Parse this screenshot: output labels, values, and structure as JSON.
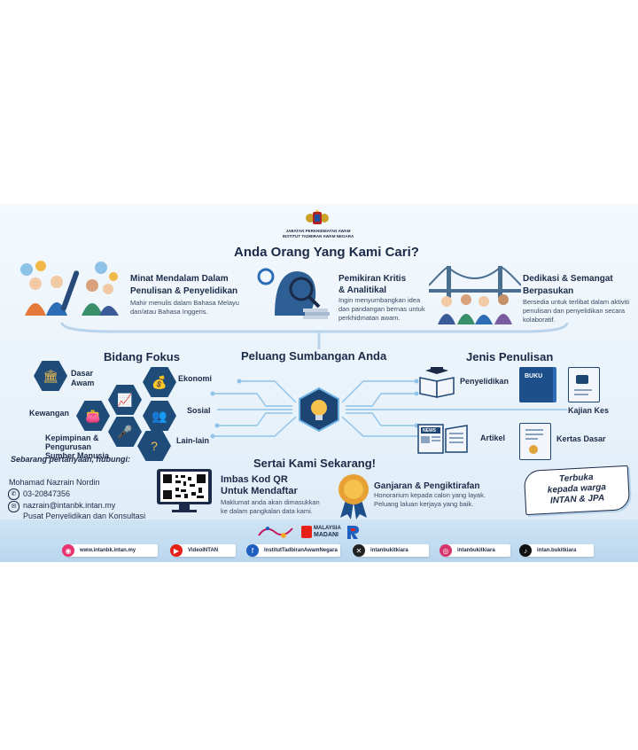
{
  "header": {
    "org_line1": "JABATAN PERKHIDMATAN AWAM",
    "org_line2": "INSTITUT TADBIRAN AWAM NEGARA"
  },
  "main_title": "Anda Orang Yang Kami Cari?",
  "qualities": [
    {
      "title_1": "Minat Mendalam Dalam",
      "title_2": "Penulisan & Penyelidikan",
      "desc": "Mahir menulis dalam Bahasa Melayu dan/atau Bahasa Inggeris."
    },
    {
      "title_1": "Pemikiran Kritis",
      "title_2": "& Analitikal",
      "desc": "Ingin menyumbangkan idea dan pandangan bernas untuk perkhidmatan awam."
    },
    {
      "title_1": "Dedikasi & Semangat",
      "title_2": "Berpasukan",
      "desc": "Bersedia untuk terlibat dalam aktiviti penulisan dan penyelidikan secara kolaboratif."
    }
  ],
  "center_title": "Peluang Sumbangan Anda",
  "bidang": {
    "title": "Bidang Fokus",
    "items": [
      "Dasar Awam",
      "Ekonomi",
      "Kewangan",
      "Sosial",
      "Kepimpinan & Pengurusan Sumber Manusia",
      "Lain-lain"
    ]
  },
  "jenis": {
    "title": "Jenis Penulisan",
    "items": [
      "Penyelidikan",
      "Kajian Kes",
      "Artikel",
      "Kertas Dasar"
    ],
    "book_label": "BUKU",
    "news_label": "NEWS"
  },
  "contact": {
    "intro": "Sebarang pertanyaan, hubungi:",
    "name": "Mohamad Nazrain Nordin",
    "phone": "03-20847356",
    "email": "nazrain@intanbk.intan.my",
    "dept": "Pusat Penyelidikan dan Konsultasi"
  },
  "join_title": "Sertai Kami Sekarang!",
  "qr": {
    "title_1": "Imbas Kod QR",
    "title_2": "Untuk Mendaftar",
    "desc": "Maklumat anda akan dimasukkan ke dalam pangkalan data kami."
  },
  "reward": {
    "title": "Ganjaran & Pengiktirafan",
    "desc": "Honorarium kepada calon yang layak. Peluang laluan kerjaya yang baik."
  },
  "open_badge": {
    "line1": "Terbuka",
    "line2": "kepada warga",
    "line3": "INTAN & JPA"
  },
  "logos": {
    "madani_1": "MALAYSIA",
    "madani_2": "MADANI"
  },
  "social": [
    {
      "label": "www.intanbk.intan.my",
      "color": "#e8336f",
      "icon": "web-icon"
    },
    {
      "label": "VideoINTAN",
      "color": "#e62117",
      "icon": "youtube-icon"
    },
    {
      "label": "InstitutTadbiranAwamNegara",
      "color": "#1f5fbf",
      "icon": "facebook-icon"
    },
    {
      "label": "intanbukitkiara",
      "color": "#222222",
      "icon": "x-icon"
    },
    {
      "label": "intanbukitkiara",
      "color": "#d6336c",
      "icon": "instagram-icon"
    },
    {
      "label": "intan.bukitkiara",
      "color": "#111111",
      "icon": "tiktok-icon"
    }
  ]
}
